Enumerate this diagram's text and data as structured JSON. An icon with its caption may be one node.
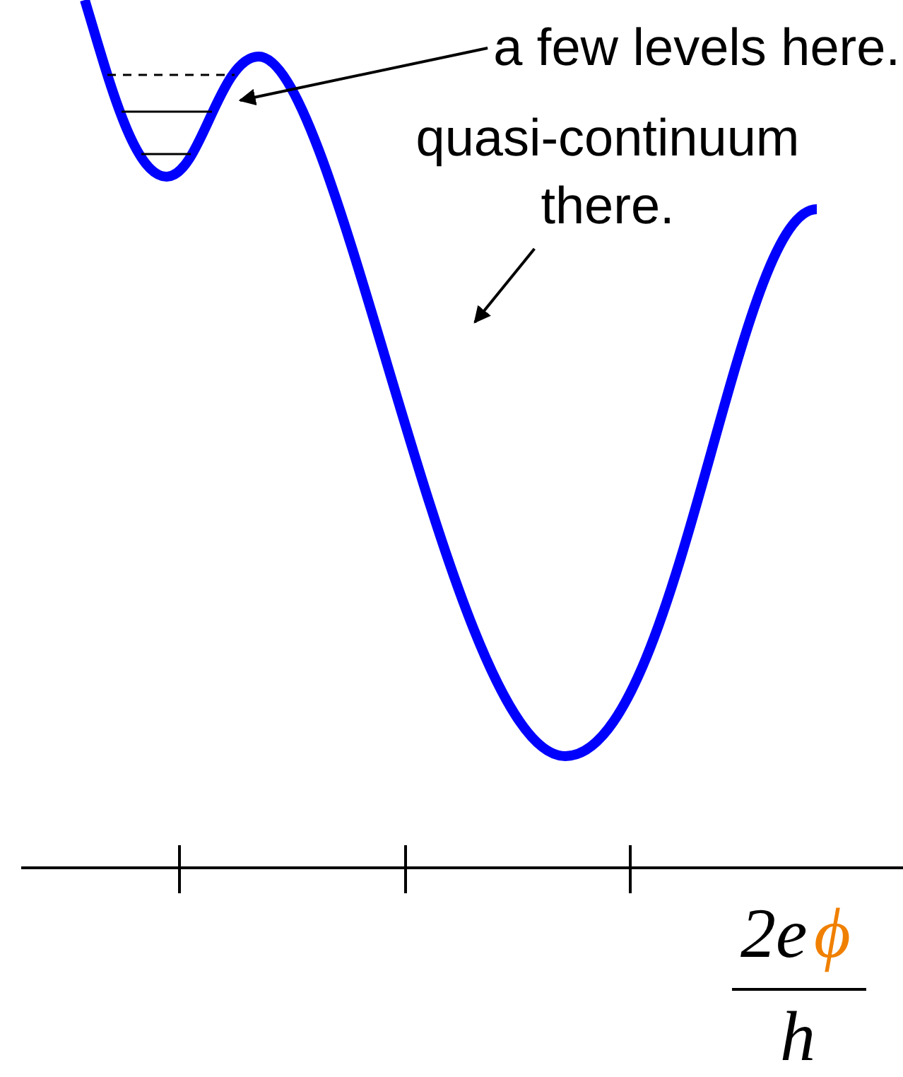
{
  "diagram": {
    "nodes": [
      {
        "text": [
          "a few levels here."
        ]
      },
      {
        "text": [
          "quasi-continuum there."
        ]
      }
    ],
    "edges": [
      {
        "from": 0,
        "to": null,
        "arrow": "to"
      },
      {
        "from": 1,
        "to": null,
        "arrow": "to"
      }
    ],
    "labels": [
      "2e",
      "ϕ",
      "h"
    ]
  }
}
